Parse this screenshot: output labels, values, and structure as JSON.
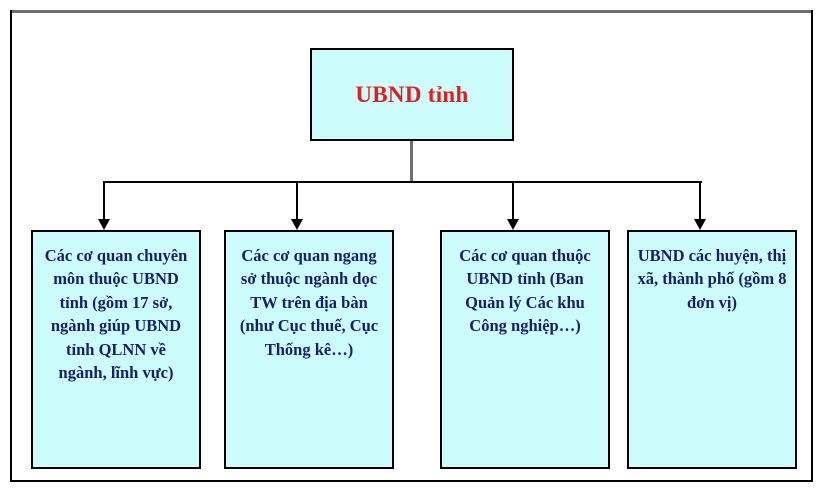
{
  "diagram": {
    "type": "organizational-chart",
    "background_color": "#ffffff",
    "frame_color": "#000000",
    "node_fill_color": "#cdfcfc",
    "root_text_color": "#e02020",
    "leaf_text_color": "#16206b",
    "root": {
      "label": "UBND tỉnh"
    },
    "children": [
      {
        "label": "Các cơ quan chuyên môn thuộc UBND tỉnh (gồm 17 sở, ngành giúp UBND tỉnh QLNN về ngành, lĩnh vực)"
      },
      {
        "label": "Các cơ quan ngang sở thuộc ngành dọc TW trên địa bàn (như Cục thuế, Cục Thống kê…)"
      },
      {
        "label": "Các cơ quan thuộc UBND tỉnh (Ban Quản lý Các khu Công nghiệp…)"
      },
      {
        "label": "UBND các huyện, thị xã, thành phố (gồm 8 đơn vị)"
      }
    ]
  }
}
